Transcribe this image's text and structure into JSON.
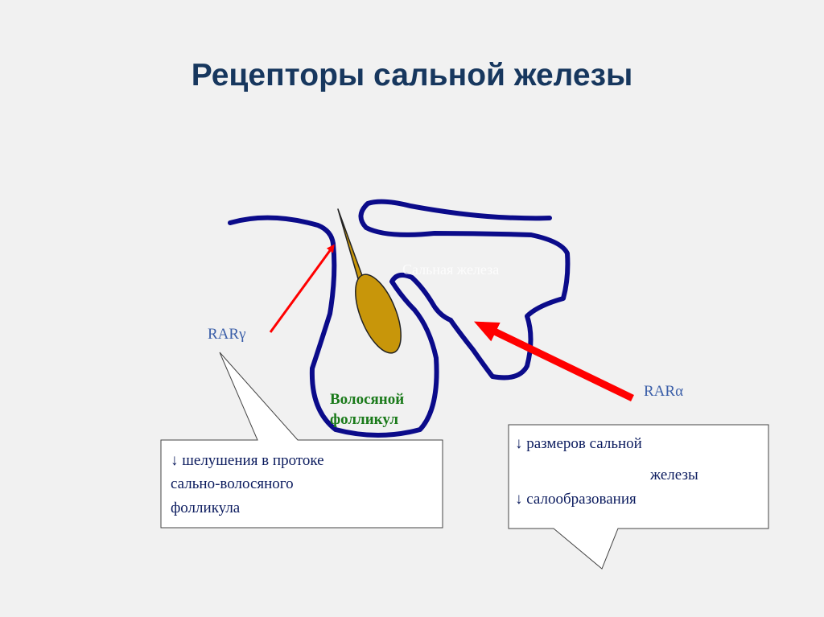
{
  "slide": {
    "title": "Рецепторы сальной железы"
  },
  "diagram": {
    "gland_label": "Сальная железа",
    "follicle_label_line1": "Волосяной",
    "follicle_label_line2": "фолликул",
    "rar_gamma_label": "RARγ",
    "rar_alpha_label": "RARα",
    "callout_left": {
      "line1": "↓ шелушения в протоке",
      "line2": "сально-волосяного",
      "line3": "фолликула"
    },
    "callout_right": {
      "line1": "↓ размеров сальной",
      "line2": "железы",
      "line3": "↓  салообразования"
    }
  },
  "colors": {
    "title": "#17375e",
    "outline": "#0b0b8a",
    "follicle_fill": "#c8960a",
    "arrow": "#ff0000",
    "label_blue": "#3a5ea8",
    "label_green": "#1a7a1a",
    "callout_text": "#0b1b5e"
  }
}
